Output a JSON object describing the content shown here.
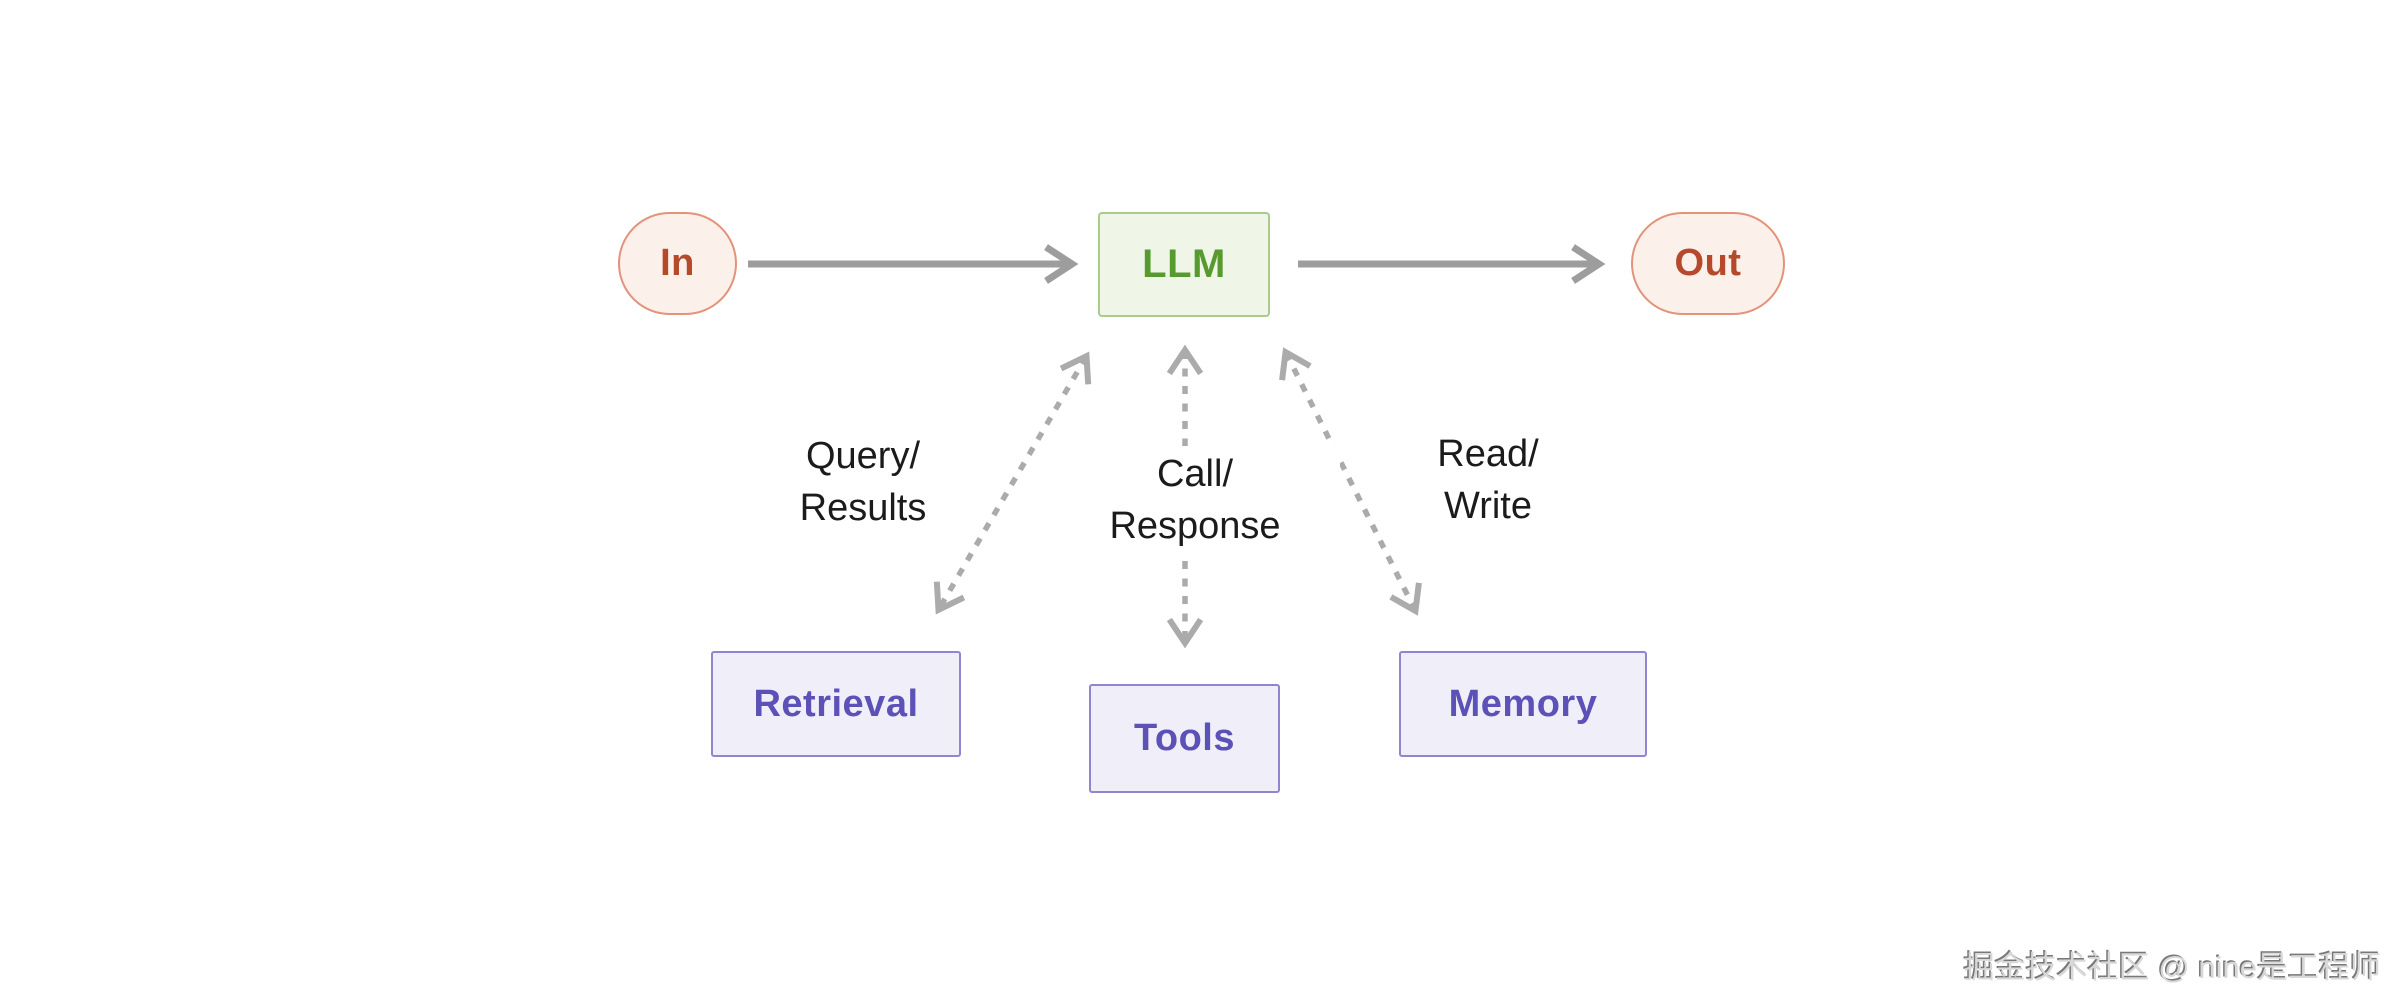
{
  "diagram": {
    "type": "flow-diagram",
    "description": "LLM augmented with retrieval, tools and memory",
    "nodes": {
      "in": {
        "label": "In",
        "role": "input",
        "shape": "pill"
      },
      "llm": {
        "label": "LLM",
        "role": "model",
        "shape": "rect"
      },
      "out": {
        "label": "Out",
        "role": "output",
        "shape": "pill"
      },
      "retrieval": {
        "label": "Retrieval",
        "role": "augmentation",
        "shape": "rect"
      },
      "tools": {
        "label": "Tools",
        "role": "augmentation",
        "shape": "rect"
      },
      "memory": {
        "label": "Memory",
        "role": "augmentation",
        "shape": "rect"
      }
    },
    "edges": [
      {
        "from": "in",
        "to": "llm",
        "style": "solid",
        "direction": "one-way",
        "label": ""
      },
      {
        "from": "llm",
        "to": "out",
        "style": "solid",
        "direction": "one-way",
        "label": ""
      },
      {
        "from": "llm",
        "to": "retrieval",
        "style": "dashed",
        "direction": "two-way",
        "label": "Query/Results"
      },
      {
        "from": "llm",
        "to": "tools",
        "style": "dashed",
        "direction": "two-way",
        "label": "Call/Response"
      },
      {
        "from": "llm",
        "to": "memory",
        "style": "dashed",
        "direction": "two-way",
        "label": "Read/Write"
      }
    ],
    "edge_labels": {
      "query_results": "Query/\nResults",
      "call_response": "Call/\nResponse",
      "read_write": "Read/\nWrite"
    },
    "colors": {
      "io_fill": "#fcf0ea",
      "io_border": "#e2937a",
      "io_text": "#b5492c",
      "llm_fill": "#eff6e8",
      "llm_border": "#a9cc8a",
      "llm_text": "#579b2e",
      "aug_fill": "#f0eef9",
      "aug_border": "#8f86cf",
      "aug_text": "#5b51b6",
      "solid_arrow": "#9d9d9d",
      "dashed_arrow": "#ababab",
      "label_text": "#1b1b1b",
      "background": "#ffffff"
    },
    "watermark": "掘金技术社区 @ nine是工程师"
  }
}
